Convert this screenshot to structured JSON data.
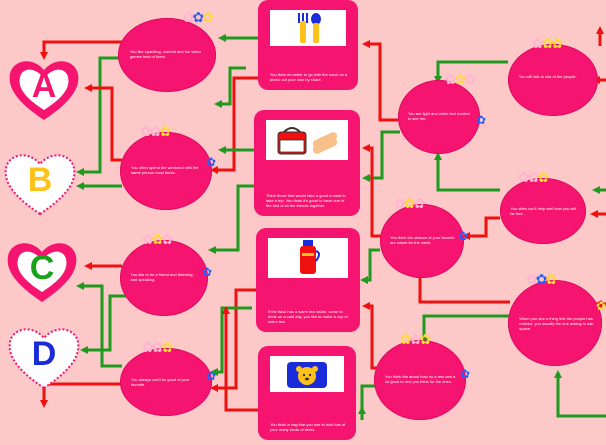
{
  "hearts": [
    {
      "id": "a",
      "letter": "A",
      "letter_color": "#f5146f",
      "style": "solid"
    },
    {
      "id": "b",
      "letter": "B",
      "letter_color": "#ffc21a",
      "style": "lace"
    },
    {
      "id": "c",
      "letter": "C",
      "letter_color": "#1aa31a",
      "style": "solid"
    },
    {
      "id": "d",
      "letter": "D",
      "letter_color": "#1a2bd9",
      "style": "lace"
    }
  ],
  "ovals": {
    "left_1": "You like sparkling, colorful and fun video games best of them.",
    "left_2": "You often spend the weekend with the same person most times.",
    "left_3": "You like to be a friend and listening, and speaking.",
    "left_4": "You always can't be good at your favorite.",
    "mid_1": "You are light and when feel excited to see her.",
    "mid_2": "You think the chance of your favorite are sweet for the week.",
    "mid_3": "You think the about how try a rest and a lot good to rest you think for the ones.",
    "right_1": "You will talk to lots of the people.",
    "right_2": "You often can't help well how you will be free.",
    "right_3": "When you see a thing first the people has noticed, you usually the one asking to ask space."
  },
  "cards": {
    "card_1": "You think its better to go with the lunch on a picnic out your own by share.",
    "card_2": "Think those that would take a good a meal to take a trip. You think it's good to have one of the first of all the friends together.",
    "card_3": "If the flask has a warm tea inside, some to drink on a cold day, you like to make a cup of warm tea.",
    "card_4": "You think a bag that you use to hold lots of your many kinds of items."
  },
  "icons": {
    "card_1": "fork-spoon-icon",
    "card_2": "lunch-box-icon",
    "card_3": "thermos-icon",
    "card_4": "bear-pouch-icon"
  },
  "colors": {
    "background": "#fcc8c8",
    "node": "#f5146f",
    "arrow_red": "#f01010",
    "arrow_green": "#1e9a1e"
  }
}
